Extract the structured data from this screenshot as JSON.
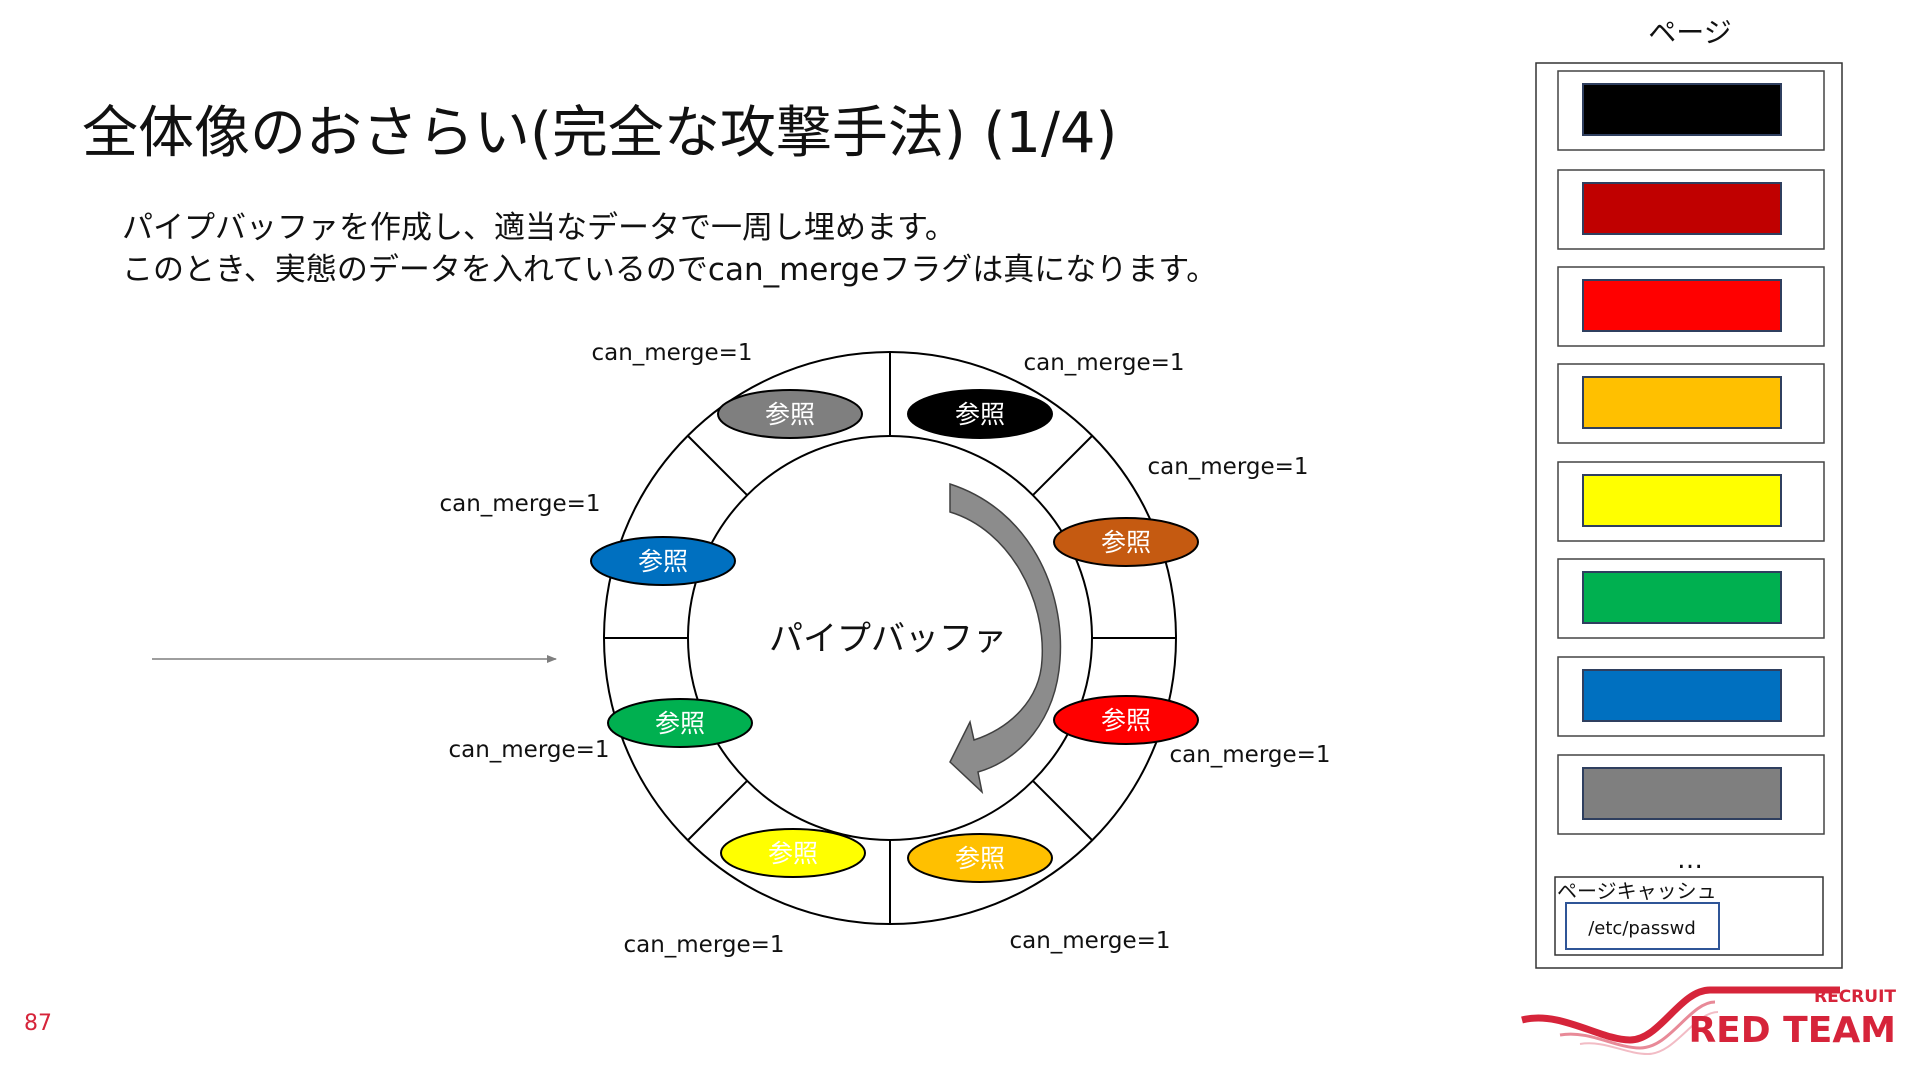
{
  "slide": {
    "title": "全体像のおさらい(完全な攻撃手法) (1/4)",
    "body_lines": [
      "パイプバッファを作成し、適当なデータで一周し埋めます。",
      "このとき、実態のデータを入れているのでcan_mergeフラグは真になります。"
    ],
    "page_number": "87"
  },
  "pipe": {
    "center_label": "パイプバッファ",
    "slot_label": "参照",
    "merge_label": "can_merge=1",
    "slots": [
      {
        "color": "#7f7f7f",
        "text_color": "#ffffff"
      },
      {
        "color": "#000000",
        "text_color": "#ffffff"
      },
      {
        "color": "#c55a11",
        "text_color": "#ffffff"
      },
      {
        "color": "#ff0000",
        "text_color": "#ffffff"
      },
      {
        "color": "#ffc000",
        "text_color": "#ffffff"
      },
      {
        "color": "#ffff00",
        "text_color": "#ffffff"
      },
      {
        "color": "#00b050",
        "text_color": "#ffffff"
      },
      {
        "color": "#0070c0",
        "text_color": "#ffffff"
      }
    ]
  },
  "page_panel": {
    "title": "ページ",
    "page_colors": [
      "#000000",
      "#c00000",
      "#ff0000",
      "#ffc000",
      "#ffff00",
      "#00b050",
      "#0070c0",
      "#7f7f7f"
    ],
    "ellipsis": "…",
    "cache_label": "ページキャッシュ",
    "cache_file": "/etc/passwd"
  },
  "logo": {
    "line1": "RECRUIT",
    "line2": "RED TEAM",
    "accent": "#d6243a"
  }
}
